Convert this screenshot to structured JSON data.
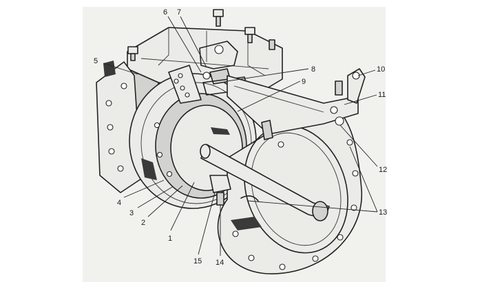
{
  "callouts": [
    {
      "id": "label-1",
      "text": "1"
    },
    {
      "id": "label-2",
      "text": "2"
    },
    {
      "id": "label-3",
      "text": "3"
    },
    {
      "id": "label-4",
      "text": "4"
    },
    {
      "id": "label-5",
      "text": "5"
    },
    {
      "id": "label-6",
      "text": "6"
    },
    {
      "id": "label-7",
      "text": "7"
    },
    {
      "id": "label-8",
      "text": "8"
    },
    {
      "id": "label-9",
      "text": "9"
    },
    {
      "id": "label-10",
      "text": "10"
    },
    {
      "id": "label-11",
      "text": "11"
    },
    {
      "id": "label-12",
      "text": "12"
    },
    {
      "id": "label-13",
      "text": "13"
    },
    {
      "id": "label-14",
      "text": "14"
    },
    {
      "id": "label-15",
      "text": "15"
    }
  ]
}
